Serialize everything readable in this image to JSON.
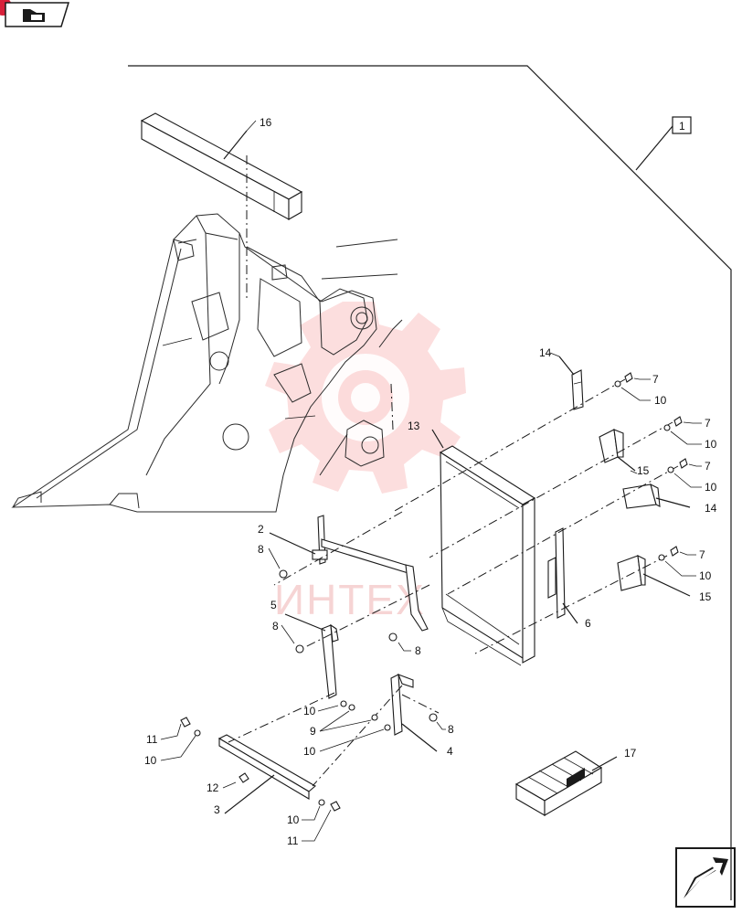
{
  "watermark": {
    "text": "ИНТЕХ"
  },
  "corner": {
    "page_badge": ""
  },
  "labels": [
    {
      "id": "l1",
      "text": "1"
    },
    {
      "id": "l16",
      "text": "16"
    },
    {
      "id": "l14a",
      "text": "14"
    },
    {
      "id": "l13",
      "text": "13"
    },
    {
      "id": "l7a",
      "text": "7"
    },
    {
      "id": "l10a",
      "text": "10"
    },
    {
      "id": "l7b",
      "text": "7"
    },
    {
      "id": "l10b",
      "text": "10"
    },
    {
      "id": "l7c",
      "text": "7"
    },
    {
      "id": "l10c",
      "text": "10"
    },
    {
      "id": "l15a",
      "text": "15"
    },
    {
      "id": "l14b",
      "text": "14"
    },
    {
      "id": "l7d",
      "text": "7"
    },
    {
      "id": "l10d",
      "text": "10"
    },
    {
      "id": "l15b",
      "text": "15"
    },
    {
      "id": "l2",
      "text": "2"
    },
    {
      "id": "l8a",
      "text": "8"
    },
    {
      "id": "l5",
      "text": "5"
    },
    {
      "id": "l8b",
      "text": "8"
    },
    {
      "id": "l8c",
      "text": "8"
    },
    {
      "id": "l6",
      "text": "6"
    },
    {
      "id": "l10e",
      "text": "10"
    },
    {
      "id": "l9",
      "text": "9"
    },
    {
      "id": "l10f",
      "text": "10"
    },
    {
      "id": "l8d",
      "text": "8"
    },
    {
      "id": "l4",
      "text": "4"
    },
    {
      "id": "l11a",
      "text": "11"
    },
    {
      "id": "l10g",
      "text": "10"
    },
    {
      "id": "l12",
      "text": "12"
    },
    {
      "id": "l3",
      "text": "3"
    },
    {
      "id": "l10h",
      "text": "10"
    },
    {
      "id": "l11b",
      "text": "11"
    },
    {
      "id": "l17",
      "text": "17"
    }
  ]
}
